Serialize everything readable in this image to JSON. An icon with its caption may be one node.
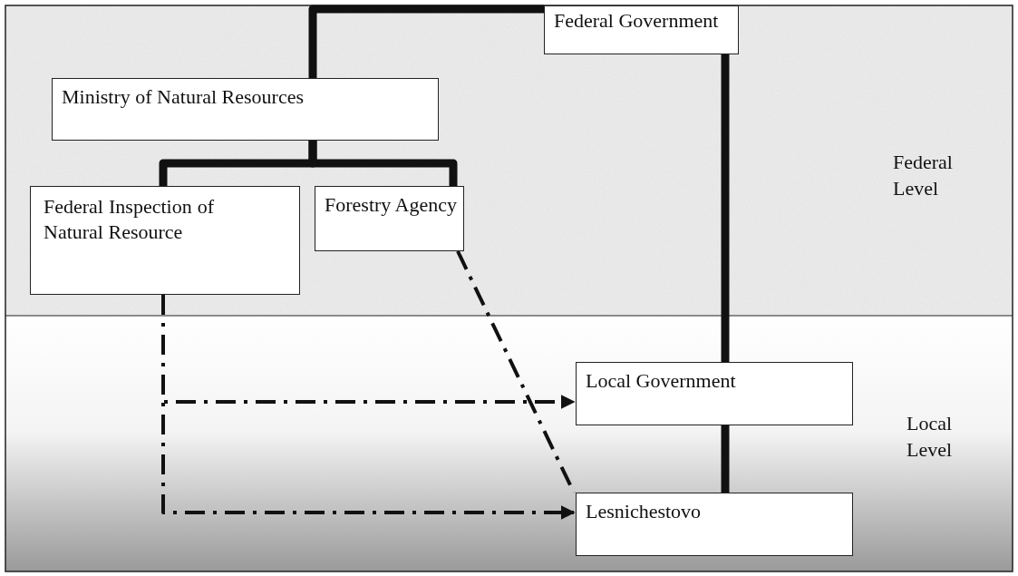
{
  "diagram": {
    "nodes": [
      {
        "text": [
          "Federal Government"
        ]
      },
      {
        "text": [
          "Ministry of Natural Resources"
        ]
      },
      {
        "text": [
          "Federal Inspection of Natural Resource"
        ]
      },
      {
        "text": [
          "Forestry Agency"
        ]
      },
      {
        "text": [
          "Local Government"
        ]
      },
      {
        "text": [
          "Lesnichestovo"
        ]
      }
    ],
    "edges": [
      {
        "from": 0,
        "to": 1,
        "arrow": "none"
      },
      {
        "from": 1,
        "to": 2,
        "arrow": "none"
      },
      {
        "from": 1,
        "to": 3,
        "arrow": "none"
      },
      {
        "from": 0,
        "to": 4,
        "arrow": "none"
      },
      {
        "from": 4,
        "to": 5,
        "arrow": "none"
      },
      {
        "from": 2,
        "to": 4,
        "arrow": "to",
        "style": "dashed"
      },
      {
        "from": 2,
        "to": 5,
        "arrow": "to",
        "style": "dashed"
      },
      {
        "from": 3,
        "to": 5,
        "arrow": "none",
        "style": "dashed"
      }
    ],
    "labels": [
      "Federal Level",
      "Local Level"
    ]
  }
}
